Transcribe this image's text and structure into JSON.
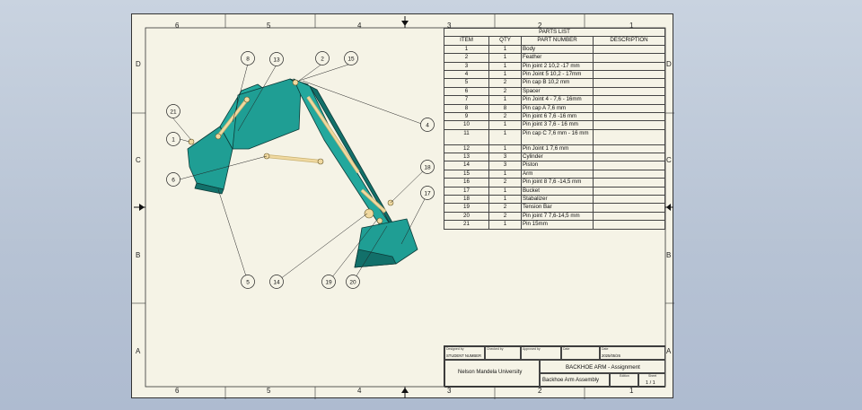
{
  "zones": {
    "columns": [
      "6",
      "5",
      "4",
      "3",
      "2",
      "1"
    ],
    "rows": [
      "D",
      "C",
      "B",
      "A"
    ]
  },
  "parts_list": {
    "title": "PARTS LIST",
    "headers": [
      "ITEM",
      "QTY",
      "PART NUMBER",
      "DESCRIPTION"
    ],
    "rows": [
      {
        "item": "1",
        "qty": "1",
        "part": "Body",
        "desc": ""
      },
      {
        "item": "2",
        "qty": "1",
        "part": "Feather",
        "desc": ""
      },
      {
        "item": "3",
        "qty": "1",
        "part": "Pin joint 2 10,2 -17  mm",
        "desc": ""
      },
      {
        "item": "4",
        "qty": "1",
        "part": "Pin Joint 5 10,2 - 17mm",
        "desc": ""
      },
      {
        "item": "5",
        "qty": "2",
        "part": "Pin cap B 10,2 mm",
        "desc": ""
      },
      {
        "item": "6",
        "qty": "2",
        "part": "Spacer",
        "desc": ""
      },
      {
        "item": "7",
        "qty": "1",
        "part": "Pin Joint 4 - 7,6 - 16mm",
        "desc": ""
      },
      {
        "item": "8",
        "qty": "8",
        "part": "Pin cap A 7,6 mm",
        "desc": ""
      },
      {
        "item": "9",
        "qty": "2",
        "part": "Pin joint 6 7,6 -16 mm",
        "desc": ""
      },
      {
        "item": "10",
        "qty": "1",
        "part": "Pin joint 3 7,6 - 16 mm",
        "desc": ""
      },
      {
        "item": "11",
        "qty": "1",
        "part": "Pin cap C 7,6 mm - 16 mm",
        "desc": ""
      },
      {
        "item": "12",
        "qty": "1",
        "part": "Pin Joint 1 7,6 mm",
        "desc": ""
      },
      {
        "item": "13",
        "qty": "3",
        "part": "Cylinder",
        "desc": ""
      },
      {
        "item": "14",
        "qty": "3",
        "part": "Piston",
        "desc": ""
      },
      {
        "item": "15",
        "qty": "1",
        "part": "Arm",
        "desc": ""
      },
      {
        "item": "16",
        "qty": "2",
        "part": "Pin joint 8 7,6 -14,5 mm",
        "desc": ""
      },
      {
        "item": "17",
        "qty": "1",
        "part": "Bucket",
        "desc": ""
      },
      {
        "item": "18",
        "qty": "1",
        "part": "Stabalizer",
        "desc": ""
      },
      {
        "item": "19",
        "qty": "2",
        "part": "Tension Bar",
        "desc": ""
      },
      {
        "item": "20",
        "qty": "2",
        "part": "Pin joint 7 7,6-14,5 mm",
        "desc": ""
      },
      {
        "item": "21",
        "qty": "1",
        "part": "Pin 15mm",
        "desc": ""
      }
    ]
  },
  "title_block": {
    "designed_by_label": "Designed by",
    "designed_by": "STUDENT NUMBER",
    "checked_by_label": "Checked by",
    "approved_by_label": "Approved by",
    "date_label": "Date",
    "date_label_2": "Date",
    "date": "2025/05/26",
    "organization": "Nelson Mandela University",
    "title": "BACKHOE ARM - Assignment",
    "subtitle": "Backhoe Arm Assembly",
    "edition_label": "Edition",
    "sheet_label": "Sheet",
    "sheet": "1 / 1"
  },
  "callouts": [
    "8",
    "13",
    "2",
    "15",
    "21",
    "1",
    "6",
    "4",
    "18",
    "17",
    "5",
    "14",
    "19",
    "20"
  ],
  "colors": {
    "body": "#1f9e94",
    "body_dark": "#12706a",
    "pin": "#f0d9a0",
    "sheet": "#f5f3e6"
  }
}
